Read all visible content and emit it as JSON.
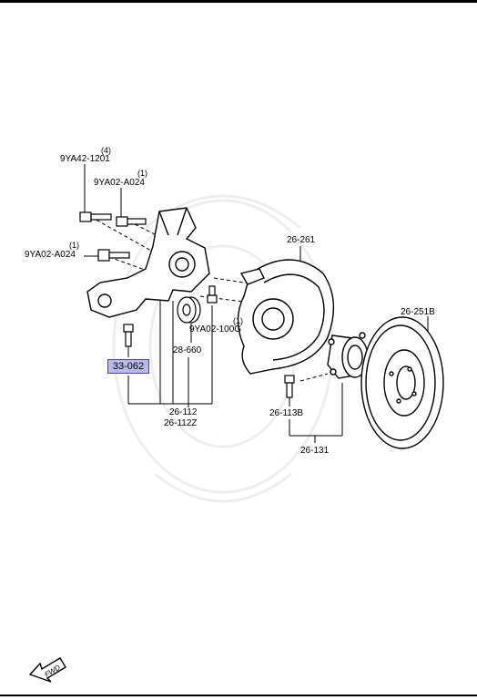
{
  "colors": {
    "highlight_fill": "#b9b9e8",
    "line": "#000000",
    "watermark": "#f0f0f0"
  },
  "callouts": {
    "bolt_4_qty": "(4)",
    "bolt_4_part": "9YA42-1201",
    "bolt_a_qty": "(1)",
    "bolt_a_part": "9YA02-A024",
    "bolt_b_qty": "(1)",
    "bolt_b_part": "9YA02-A024",
    "knuckle_bolt_part": "33-062",
    "bushing_part": "28-660",
    "bolt_c_qty": "(1)",
    "bolt_c_part": "9YA02-100G",
    "knuckle_part": "26-112",
    "knuckle_part_alt": "26-112Z",
    "dust_shield_part": "26-261",
    "rotor_part": "26-251B",
    "hub_bolt_part": "26-113B",
    "hub_part": "26-131"
  },
  "fwd_icon": "fwd-arrow-icon",
  "fwd_label": "FWD"
}
